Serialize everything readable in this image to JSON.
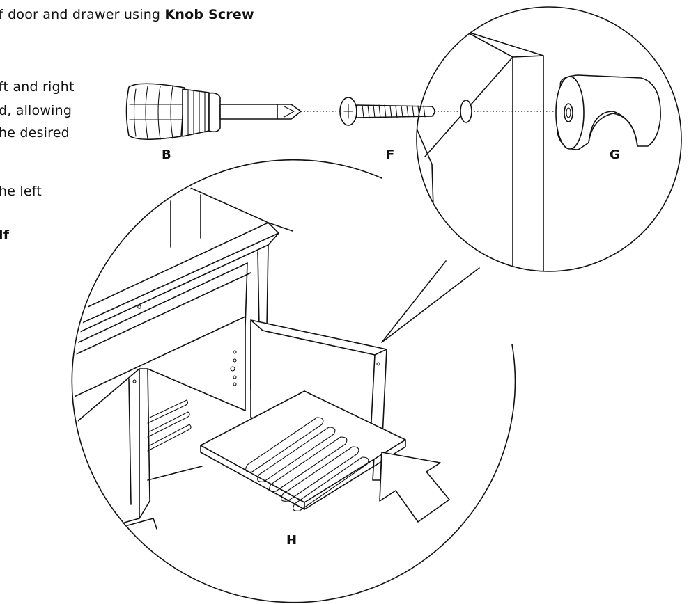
{
  "instructions": {
    "line1_prefix": "f door and drawer using ",
    "line1_bold": "Knob Screw",
    "line2": "ft and right",
    "line3": "d, allowing",
    "line4": "he desired",
    "line5": "he left",
    "line6_bold": "lf"
  },
  "parts": {
    "screwdriver": "B",
    "screw": "F",
    "knob": "G",
    "shelf": "H"
  },
  "icons": {
    "screwdriver": "screwdriver-icon",
    "screw": "knob-screw-icon",
    "knob": "knob-icon",
    "arrow": "push-arrow-icon"
  }
}
